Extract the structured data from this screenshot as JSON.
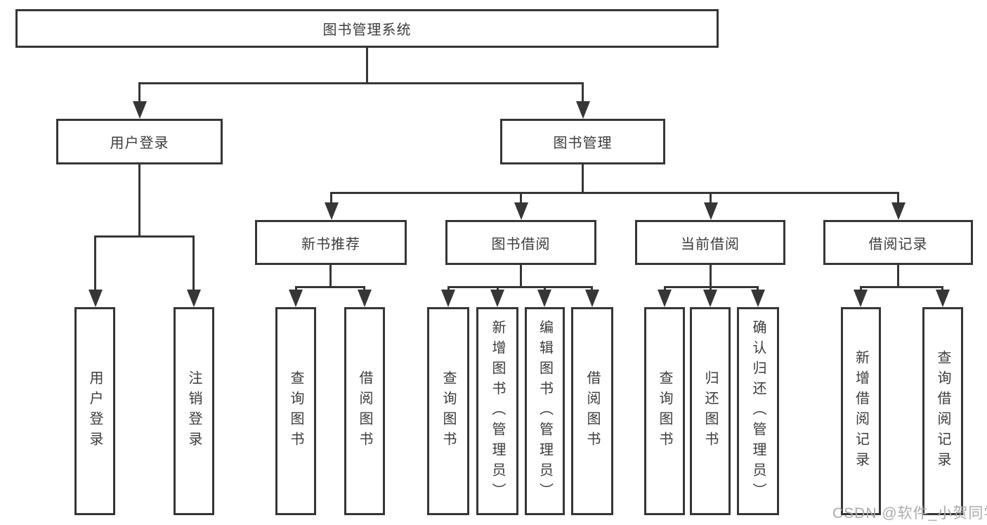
{
  "diagram": {
    "root": {
      "label": "图书管理系统"
    },
    "branches": [
      {
        "label": "用户登录",
        "children": [
          {
            "label": "用户登录"
          },
          {
            "label": "注销登录"
          }
        ]
      },
      {
        "label": "图书管理",
        "children": [
          {
            "label": "新书推荐",
            "children": [
              {
                "label": "查询图书"
              },
              {
                "label": "借阅图书"
              }
            ]
          },
          {
            "label": "图书借阅",
            "children": [
              {
                "label": "查询图书"
              },
              {
                "label": "新增图书（管理员）"
              },
              {
                "label": "编辑图书（管理员）"
              },
              {
                "label": "借阅图书"
              }
            ]
          },
          {
            "label": "当前借阅",
            "children": [
              {
                "label": "查询图书"
              },
              {
                "label": "归还图书"
              },
              {
                "label": "确认归还（管理员）"
              }
            ]
          },
          {
            "label": "借阅记录",
            "children": [
              {
                "label": "新增借阅记录"
              },
              {
                "label": "查询借阅记录"
              }
            ]
          }
        ]
      }
    ],
    "watermark": "CSDN @软件_小贺同学",
    "colors": {
      "line": "#363636",
      "text": "#3c3c3c",
      "background": "#ffffff",
      "watermark": "#ababab"
    }
  }
}
